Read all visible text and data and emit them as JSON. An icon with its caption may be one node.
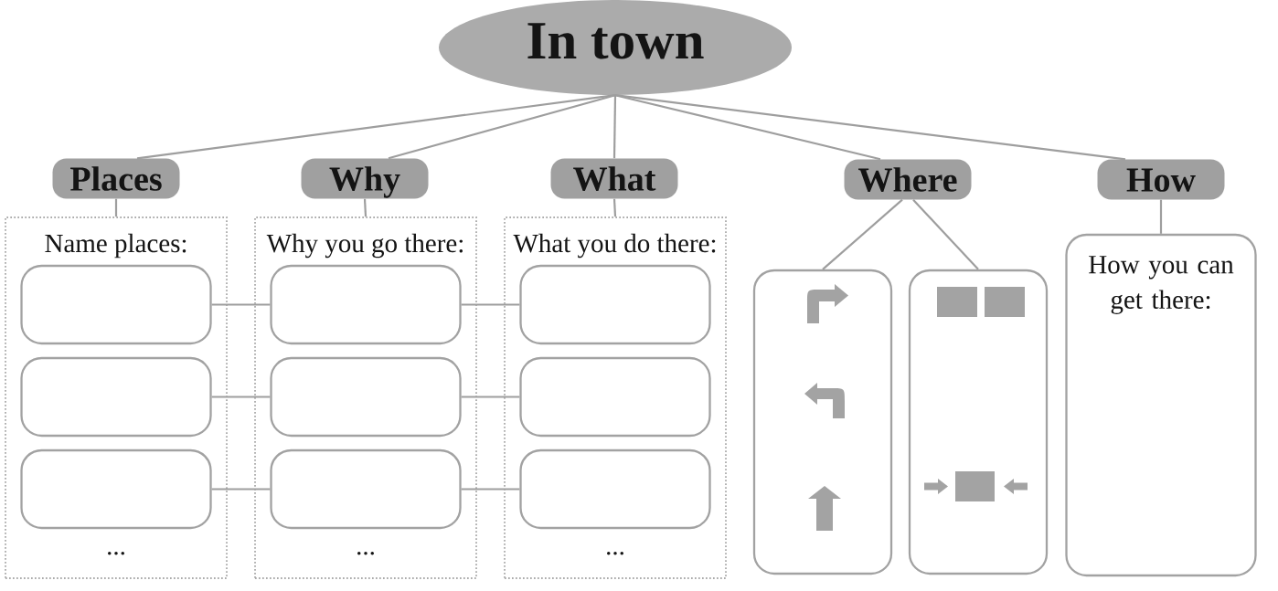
{
  "diagram": {
    "nodes": [
      {
        "text": [
          "In town"
        ]
      },
      {
        "text": [
          "Places"
        ]
      },
      {
        "text": [
          "Why"
        ]
      },
      {
        "text": [
          "What"
        ]
      },
      {
        "text": [
          "Where"
        ]
      },
      {
        "text": [
          "How"
        ]
      },
      {
        "text": [
          "Name places:",
          "..."
        ]
      },
      {
        "text": [],
        "shape": "box",
        "in": 6
      },
      {
        "text": [],
        "shape": "box",
        "in": 6
      },
      {
        "text": [],
        "shape": "box",
        "in": 6
      },
      {
        "text": [
          "Why you go there:",
          "..."
        ]
      },
      {
        "text": [],
        "shape": "box",
        "in": 10
      },
      {
        "text": [],
        "shape": "box",
        "in": 10
      },
      {
        "text": [],
        "shape": "box",
        "in": 10
      },
      {
        "text": [
          "What you do there:",
          "..."
        ]
      },
      {
        "text": [],
        "shape": "box",
        "in": 14
      },
      {
        "text": [],
        "shape": "box",
        "in": 14
      },
      {
        "text": [],
        "shape": "box",
        "in": 14
      },
      {
        "text": [],
        "shape": "box"
      },
      {
        "text": [],
        "shape": "box"
      },
      {
        "text": [
          "How you can get there:"
        ]
      }
    ],
    "edges": [
      {
        "from": 0,
        "to": 1,
        "arrow": "none"
      },
      {
        "from": 0,
        "to": 2,
        "arrow": "none"
      },
      {
        "from": 0,
        "to": 3,
        "arrow": "none"
      },
      {
        "from": 0,
        "to": 4,
        "arrow": "none"
      },
      {
        "from": 0,
        "to": 5,
        "arrow": "none"
      },
      {
        "from": 1,
        "to": 6,
        "arrow": "none"
      },
      {
        "from": 2,
        "to": 10,
        "arrow": "none"
      },
      {
        "from": 3,
        "to": 14,
        "arrow": "none"
      },
      {
        "from": 4,
        "to": 18,
        "arrow": "none"
      },
      {
        "from": 4,
        "to": 19,
        "arrow": "none"
      },
      {
        "from": 5,
        "to": 20,
        "arrow": "none"
      },
      {
        "from": 7,
        "to": 11,
        "arrow": "none"
      },
      {
        "from": 11,
        "to": 15,
        "arrow": "none"
      },
      {
        "from": 8,
        "to": 12,
        "arrow": "none"
      },
      {
        "from": 12,
        "to": 16,
        "arrow": "none"
      },
      {
        "from": 9,
        "to": 13,
        "arrow": "none"
      },
      {
        "from": 13,
        "to": 17,
        "arrow": "none"
      }
    ]
  }
}
